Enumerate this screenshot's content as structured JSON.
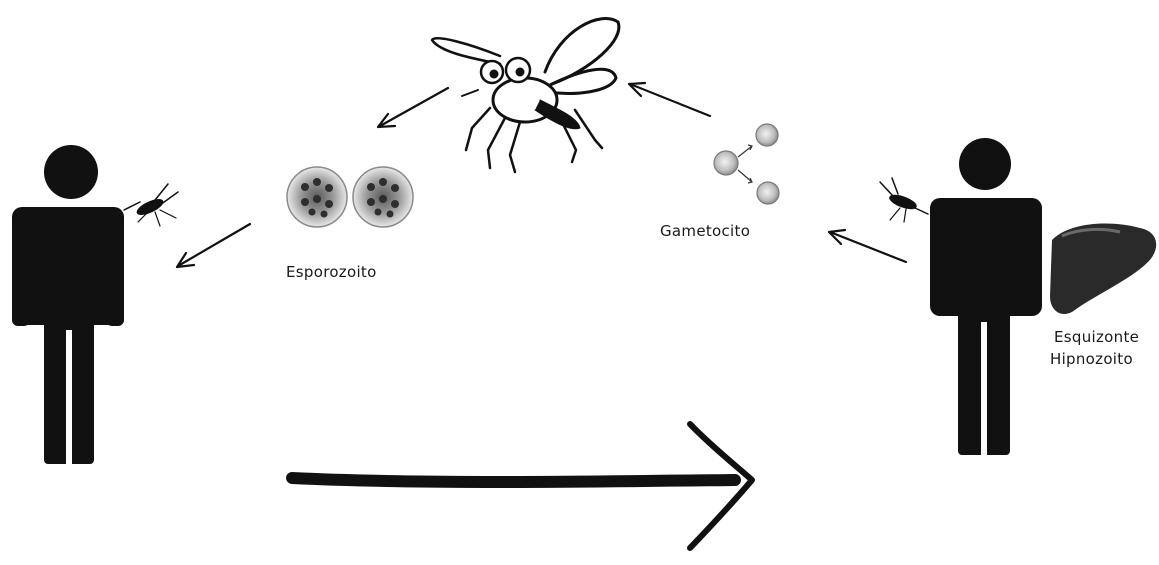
{
  "labels": {
    "sporozoite": "Esporozoito",
    "gametocyte": "Gametocito",
    "liver_stage_1": "Esquizonte",
    "liver_stage_2": "Hipnozoito"
  },
  "colors": {
    "ink": "#111111",
    "liver_dark": "#2a2a2a",
    "liver_highlight": "#6a6a6a",
    "cell_fill": "#d8d8d8",
    "cell_edge": "#7a7a7a"
  },
  "icons": [
    "human-figure-left-icon",
    "human-figure-right-icon",
    "mosquito-large-icon",
    "mosquito-small-icon",
    "liver-icon",
    "sporozoite-cells-icon",
    "gametocyte-cells-icon",
    "arrow-icon"
  ]
}
